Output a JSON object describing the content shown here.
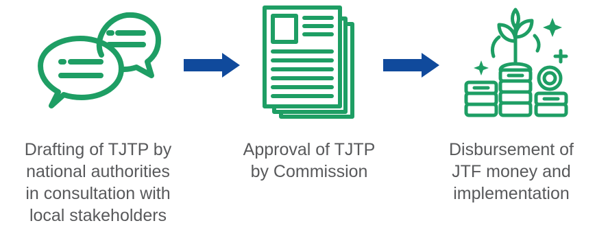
{
  "colors": {
    "icon_green": "#1e9e64",
    "arrow_blue": "#104a9c",
    "text_gray": "#58595b"
  },
  "steps": [
    {
      "icon": "speech-bubbles-icon",
      "caption_lines": [
        "Drafting of TJTP by",
        "national authorities",
        "in consultation with",
        "local stakeholders"
      ]
    },
    {
      "icon": "documents-icon",
      "caption_lines": [
        "Approval of TJTP",
        "by Commission"
      ]
    },
    {
      "icon": "money-growth-icon",
      "caption_lines": [
        "Disbursement of",
        "JTF money and",
        "implementation"
      ]
    }
  ],
  "arrows": [
    "arrow-right-icon",
    "arrow-right-icon"
  ]
}
